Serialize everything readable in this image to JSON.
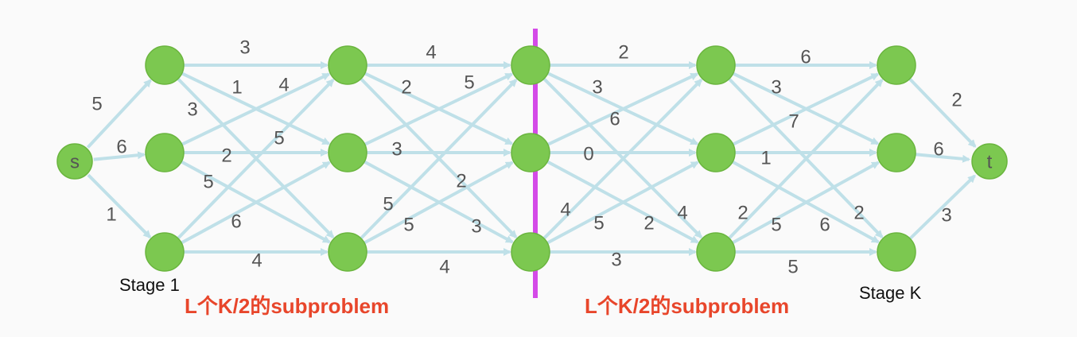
{
  "colors": {
    "node_fill": "#7cc850",
    "edge": "#bfe0e8",
    "weight_text": "#555555",
    "divider": "#d44ae8",
    "subproblem_text": "#e8462b"
  },
  "nodes": {
    "source": "s",
    "sink": "t"
  },
  "labels": {
    "stage_first": "Stage 1",
    "stage_last": "Stage K",
    "subproblem_left": "L个K/2的subproblem",
    "subproblem_right": "L个K/2的subproblem"
  },
  "edge_weights": {
    "s_to_stage1": [
      "5",
      "6",
      "1"
    ],
    "stage1_to_stage2": [
      "3",
      "1",
      "4",
      "3",
      "2",
      "5",
      "5",
      "6",
      "4"
    ],
    "stage2_to_stage3": [
      "4",
      "2",
      "5",
      "3",
      "2",
      "5",
      "5",
      "3",
      "4"
    ],
    "stage3_to_stage4": [
      "2",
      "3",
      "6",
      "0",
      "4",
      "5",
      "2",
      "4",
      "3"
    ],
    "stage4_to_stage5": [
      "6",
      "3",
      "7",
      "1",
      "2",
      "5",
      "6",
      "2",
      "5"
    ],
    "stageK_to_t": [
      "2",
      "6",
      "3"
    ]
  }
}
